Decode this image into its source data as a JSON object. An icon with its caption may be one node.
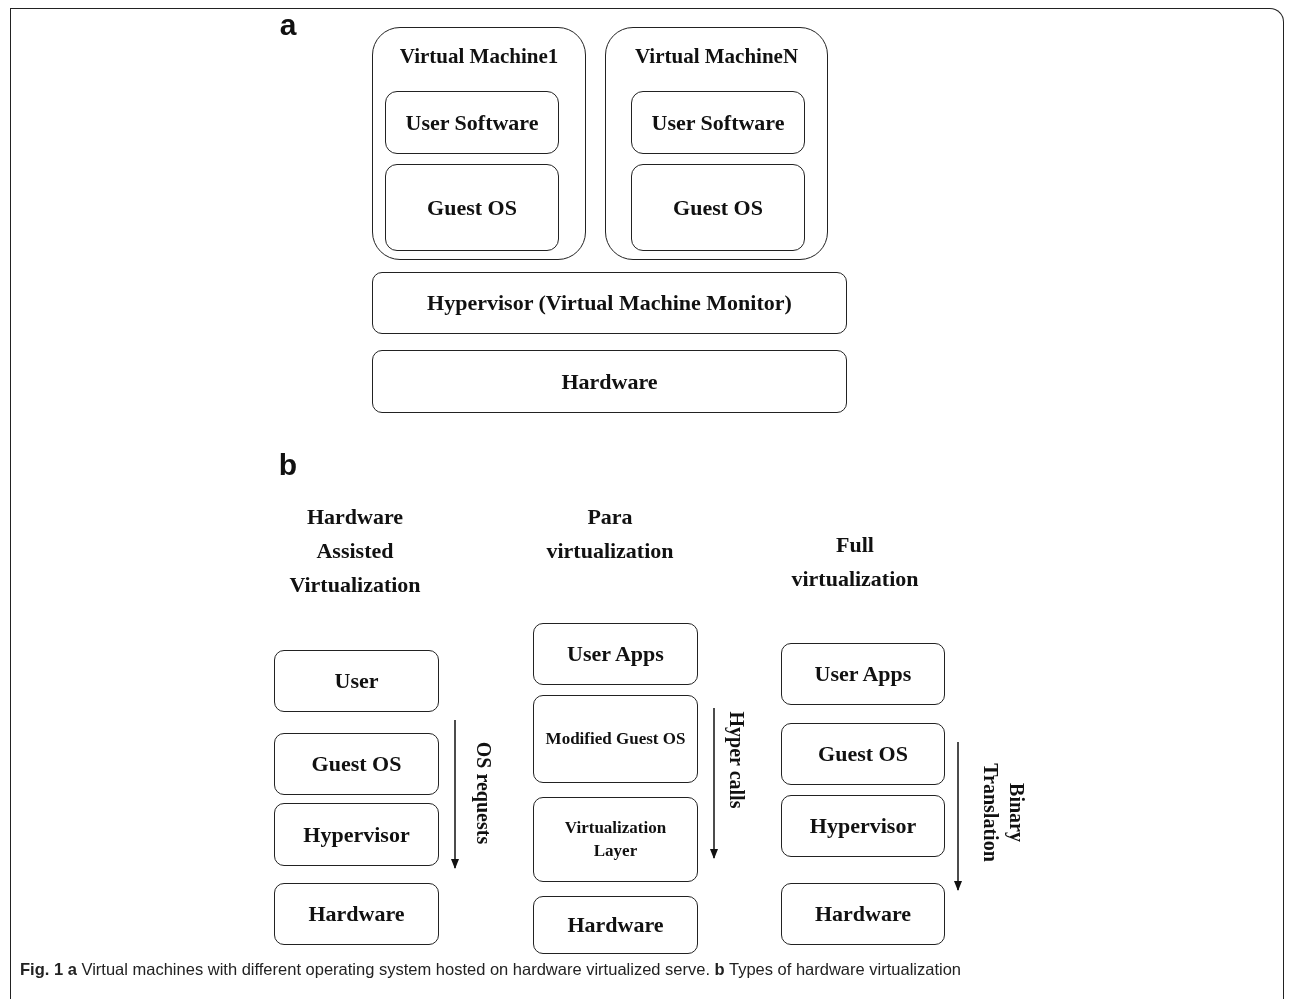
{
  "diagram": {
    "caption": "**Fig. 1** **a** Virtual machines with different operating system hosted on hardware virtualized serve. **b** Types of hardware virtualization",
    "nodes": [
      {
        "text": [
          "Virtual Machine1"
        ]
      },
      {
        "text": [
          "User Software"
        ],
        "in": 0
      },
      {
        "text": [
          "Guest OS"
        ],
        "in": 0
      },
      {
        "text": [
          "Virtual MachineN"
        ]
      },
      {
        "text": [
          "User Software"
        ],
        "in": 3
      },
      {
        "text": [
          "Guest OS"
        ],
        "in": 3
      },
      {
        "text": [
          "Hypervisor (Virtual Machine Monitor)"
        ]
      },
      {
        "text": [
          "Hardware"
        ]
      },
      {
        "text": [
          "User"
        ]
      },
      {
        "text": [
          "Guest OS"
        ]
      },
      {
        "text": [
          "Hypervisor"
        ]
      },
      {
        "text": [
          "Hardware"
        ]
      },
      {
        "text": [
          "User Apps"
        ]
      },
      {
        "text": [
          "Modified Guest OS"
        ]
      },
      {
        "text": [
          "Virtualization Layer"
        ]
      },
      {
        "text": [
          "Hardware"
        ]
      },
      {
        "text": [
          "User Apps"
        ]
      },
      {
        "text": [
          "Guest OS"
        ]
      },
      {
        "text": [
          "Hypervisor"
        ]
      },
      {
        "text": [
          "Hardware"
        ]
      }
    ],
    "labels": [
      "a",
      "b",
      "Hardware Assisted Virtualization",
      "Para virtualization",
      "Full virtualization",
      "OS requests",
      "Hyper calls",
      "Binary Translation"
    ]
  }
}
